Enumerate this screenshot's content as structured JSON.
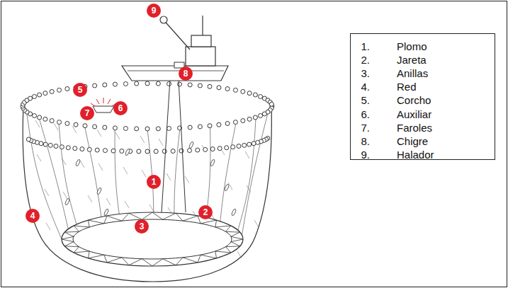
{
  "diagram": {
    "labels": [
      "9",
      "5",
      "8",
      "7",
      "6",
      "1",
      "4",
      "3",
      "2",
      "1.",
      "Plomo",
      "2.",
      "Jareta",
      "3.",
      "Anillas",
      "4.",
      "Red",
      "5.",
      "Corcho",
      "6.",
      "Auxiliar",
      "7.",
      "Faroles",
      "8.",
      "Chigre",
      "9.",
      "Halador"
    ]
  }
}
